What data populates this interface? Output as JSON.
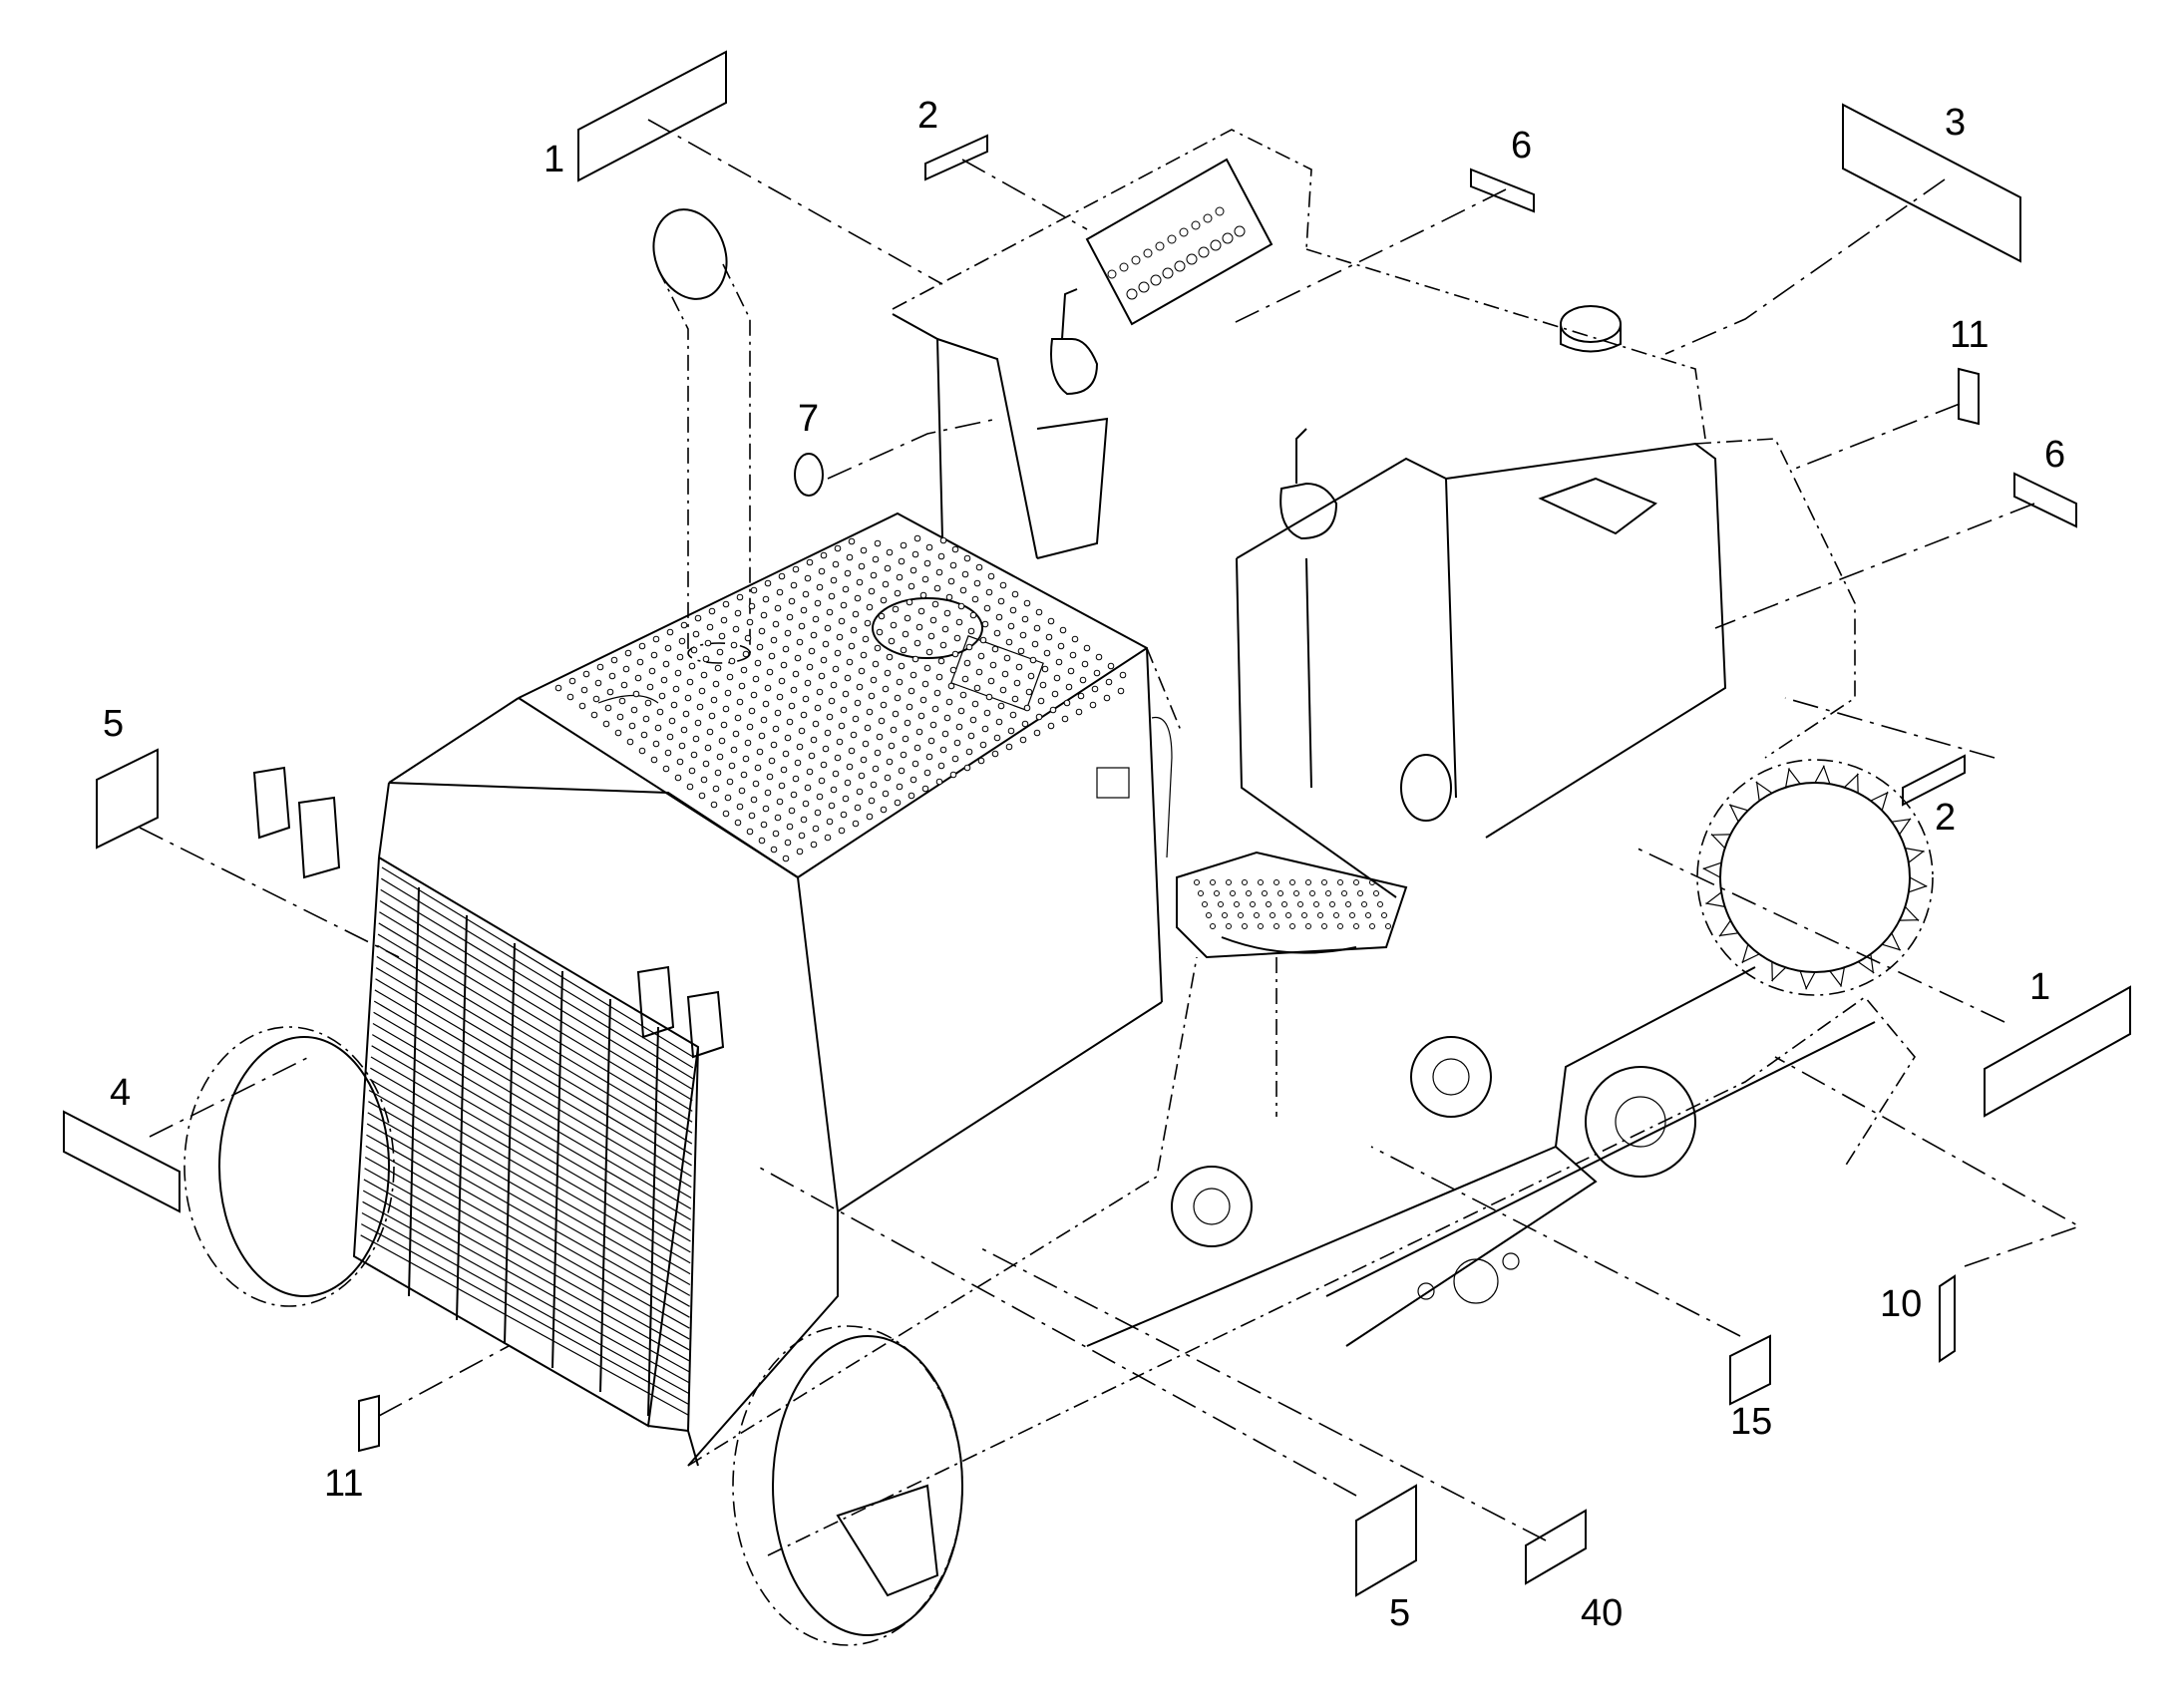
{
  "callouts": [
    {
      "id": "c1a",
      "label": "1"
    },
    {
      "id": "c2a",
      "label": "2"
    },
    {
      "id": "c6a",
      "label": "6"
    },
    {
      "id": "c3",
      "label": "3"
    },
    {
      "id": "c11a",
      "label": "11"
    },
    {
      "id": "c6b",
      "label": "6"
    },
    {
      "id": "c7",
      "label": "7"
    },
    {
      "id": "c5a",
      "label": "5"
    },
    {
      "id": "c2b",
      "label": "2"
    },
    {
      "id": "c1b",
      "label": "1"
    },
    {
      "id": "c4",
      "label": "4"
    },
    {
      "id": "c10",
      "label": "10"
    },
    {
      "id": "c15",
      "label": "15"
    },
    {
      "id": "c11b",
      "label": "11"
    },
    {
      "id": "c5b",
      "label": "5"
    },
    {
      "id": "c40",
      "label": "40"
    }
  ]
}
